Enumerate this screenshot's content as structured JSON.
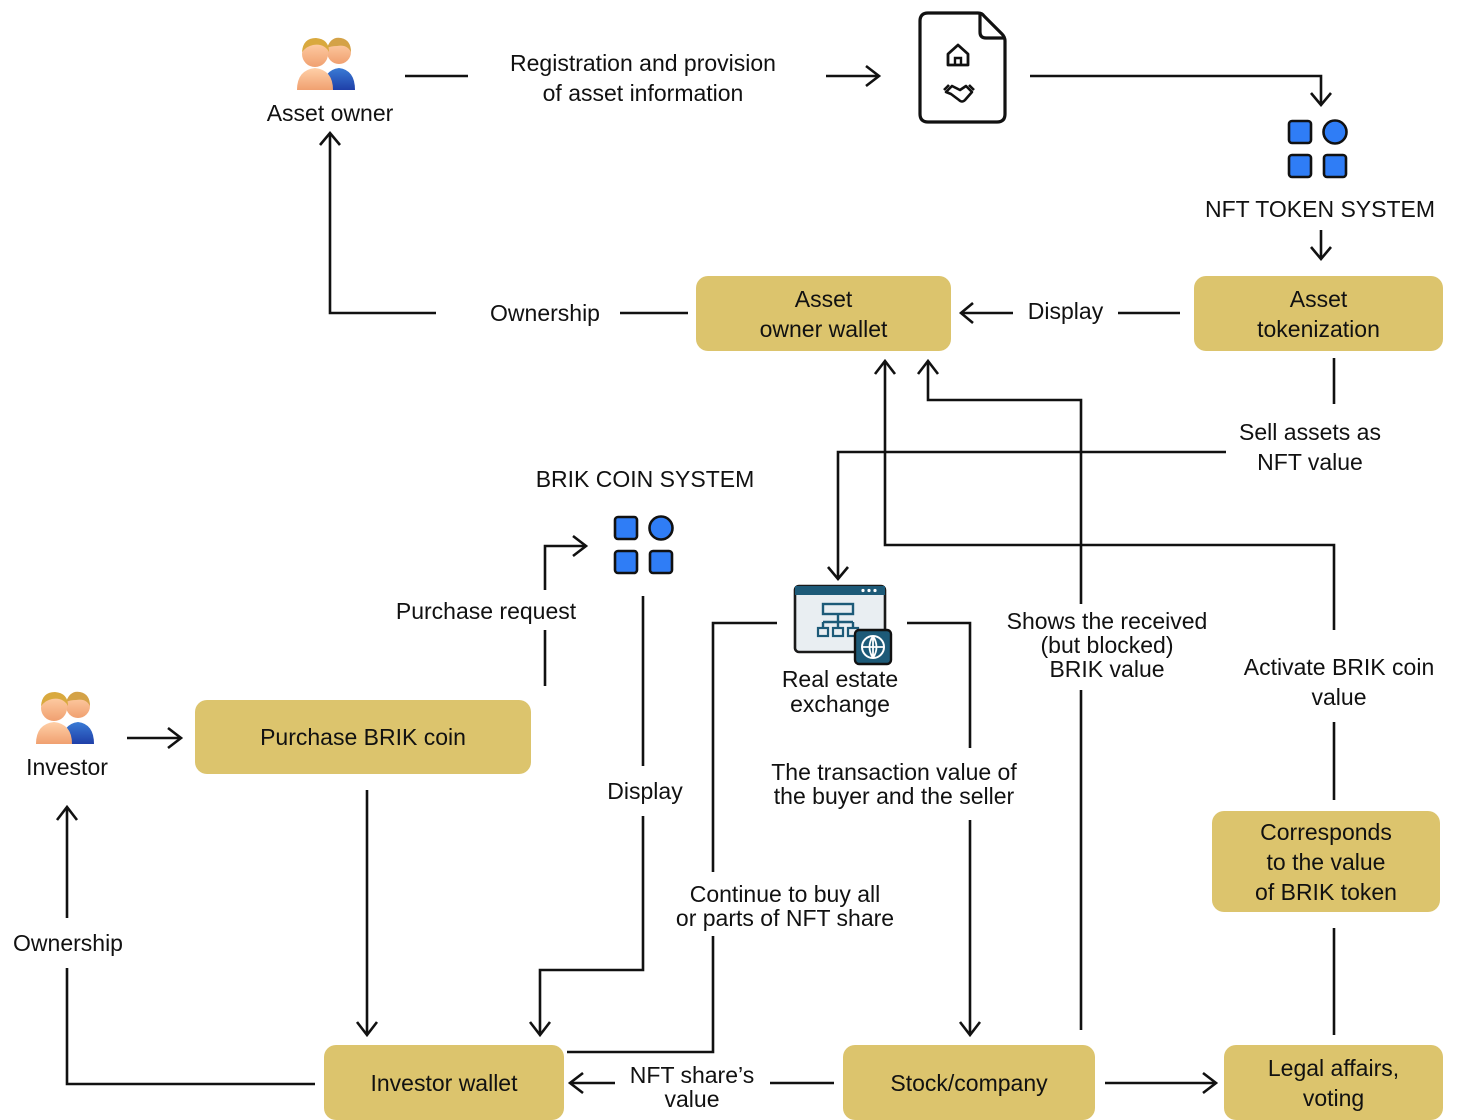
{
  "colors": {
    "box_fill": "#dcc46d",
    "line": "#111111",
    "token_blue": "#2f7df6",
    "exchange_teal": "#1d5a78"
  },
  "icons": {
    "asset_owner": "users-icon",
    "document": "document-home-handshake-icon",
    "nft_system": "apps-grid-icon",
    "brik_system": "apps-grid-icon",
    "exchange": "web-sitemap-globe-icon",
    "investor": "users-icon"
  },
  "nodes": {
    "asset_owner": "Asset owner",
    "nft_token_system": "NFT TOKEN SYSTEM",
    "asset_owner_wallet": "Asset\nowner wallet",
    "asset_tokenization": "Asset\ntokenization",
    "brik_coin_system": "BRIK COIN SYSTEM",
    "real_estate_exchange": "Real estate\nexchange",
    "investor": "Investor",
    "purchase_brik_coin": "Purchase BRIK coin",
    "corresponds": "Corresponds\nto the value\nof BRIK token",
    "investor_wallet": "Investor wallet",
    "stock_company": "Stock/company",
    "legal_affairs": "Legal affairs,\nvoting"
  },
  "edges": {
    "registration": "Registration and provision\nof asset information",
    "ownership_top": "Ownership",
    "display_top": "Display",
    "sell_assets": "Sell assets as\nNFT value",
    "purchase_request": "Purchase request",
    "shows_received": "Shows the received\n(but blocked)\nBRIK value",
    "activate_brik": "Activate BRIK coin\nvalue",
    "transaction_value": "The transaction value of\nthe buyer and the seller",
    "display_mid": "Display",
    "continue_buy": "Continue to buy all\nor parts of NFT share",
    "ownership_left": "Ownership",
    "nft_share_value": "NFT share’s\nvalue"
  }
}
